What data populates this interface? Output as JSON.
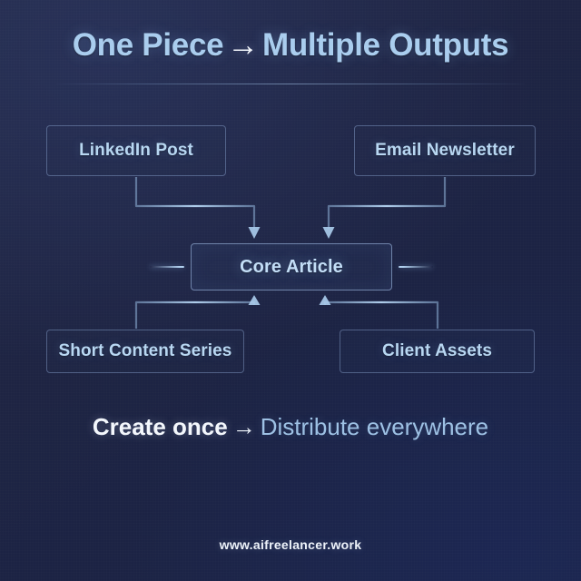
{
  "title": {
    "lead": "One Piece",
    "arrow": "→",
    "trail": "Multiple Outputs"
  },
  "diagram": {
    "nodes": {
      "linkedin": "LinkedIn Post",
      "email": "Email Newsletter",
      "core": "Core Article",
      "short": "Short Content Series",
      "client": "Client Assets"
    }
  },
  "tagline": {
    "strong": "Create once",
    "arrow": "→",
    "soft": "Distribute everywhere"
  },
  "footer": {
    "url": "www.aifreelancer.work"
  },
  "colors": {
    "background": "#1e2443",
    "accent": "#b8d7f2",
    "highlight": "#c3def7",
    "white": "#f3f7fc",
    "border": "#8ba6ce",
    "connector": "#9ab8dc"
  }
}
